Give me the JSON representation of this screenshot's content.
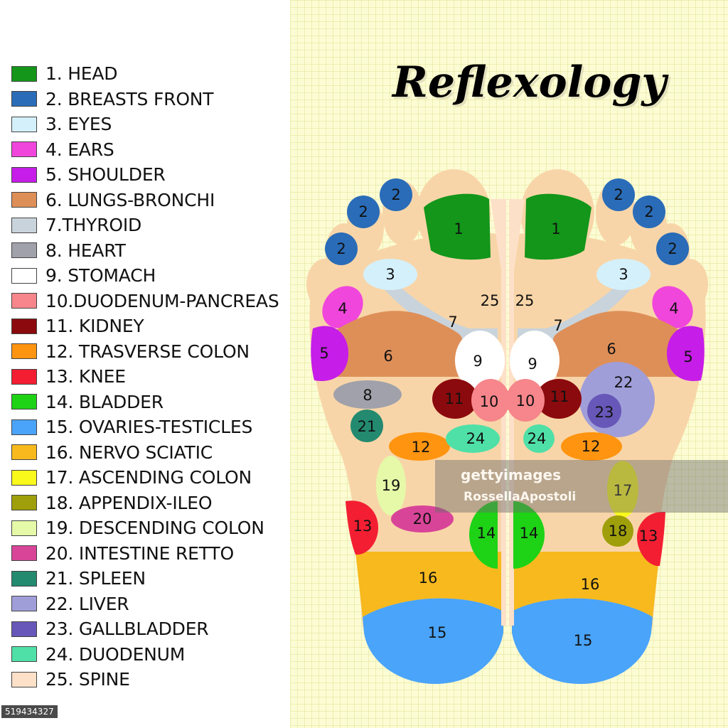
{
  "title": "Reflexology",
  "watermark": {
    "brand": "gettyimages",
    "credit": "RossellaApostoli"
  },
  "image_id": "519434327",
  "legend": [
    {
      "label": "1. HEAD",
      "color": "#13961a"
    },
    {
      "label": "2. BREASTS FRONT",
      "color": "#2a6cb8"
    },
    {
      "label": "3. EYES",
      "color": "#d4f0fb"
    },
    {
      "label": "4. EARS",
      "color": "#f046dc"
    },
    {
      "label": "5. SHOULDER",
      "color": "#c61de8"
    },
    {
      "label": "6. LUNGS-BRONCHI",
      "color": "#de8f58"
    },
    {
      "label": "7.THYROID",
      "color": "#c9d3db"
    },
    {
      "label": "8. HEART",
      "color": "#a0a1aa"
    },
    {
      "label": "9. STOMACH",
      "color": "#ffffff"
    },
    {
      "label": "10.DUODENUM-PANCREAS",
      "color": "#f6868b"
    },
    {
      "label": "11. KIDNEY",
      "color": "#8b0a0d"
    },
    {
      "label": "12. TRASVERSE COLON",
      "color": "#ff9410"
    },
    {
      "label": "13. KNEE",
      "color": "#f31e32"
    },
    {
      "label": "14. BLADDER",
      "color": "#1ed216"
    },
    {
      "label": "15. OVARIES-TESTICLES",
      "color": "#4aa4f9"
    },
    {
      "label": "16. NERVO SCIATIC",
      "color": "#f7b91d"
    },
    {
      "label": "17. ASCENDING COLON",
      "color": "#f9f91c"
    },
    {
      "label": "18. APPENDIX-ILEO",
      "color": "#9f9f0b"
    },
    {
      "label": "19. DESCENDING COLON",
      "color": "#e5f9a8"
    },
    {
      "label": "20. INTESTINE RETTO",
      "color": "#d84598"
    },
    {
      "label": "21. SPLEEN",
      "color": "#238a70"
    },
    {
      "label": "22. LIVER",
      "color": "#a09ed9"
    },
    {
      "label": "23. GALLBLADDER",
      "color": "#6757b8"
    },
    {
      "label": "24. DUODENUM",
      "color": "#4fe0a8"
    },
    {
      "label": "25. SPINE",
      "color": "#fde0c8"
    }
  ],
  "zones": {
    "left": [
      "1",
      "2",
      "2",
      "2",
      "3",
      "4",
      "5",
      "6",
      "7",
      "8",
      "9",
      "10",
      "11",
      "12",
      "13",
      "14",
      "15",
      "16",
      "19",
      "20",
      "21",
      "24",
      "25"
    ],
    "right": [
      "1",
      "2",
      "2",
      "2",
      "3",
      "4",
      "5",
      "6",
      "7",
      "9",
      "10",
      "11",
      "12",
      "13",
      "14",
      "15",
      "16",
      "17",
      "18",
      "22",
      "23",
      "24",
      "25"
    ]
  },
  "colors": {
    "skin": "#f8d5a8",
    "skin_edge": "#f0c791",
    "spine_strip": "#fde0c8"
  }
}
